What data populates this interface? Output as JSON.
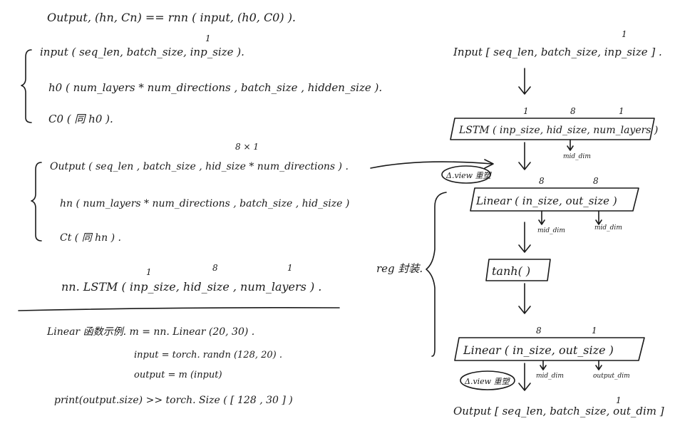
{
  "left": {
    "line_output": "Output, (hn, Cn)  ==  rnn ( input, (h0, C0) ).",
    "input_group": [
      "input ( seq_len, batch_size, inp_size ).",
      "h0  ( num_layers * num_directions ,  batch_size ,  hidden_size ).",
      "C0  ( 同 h0 )."
    ],
    "input_mark": "1",
    "output_note": "8 × 1",
    "output_group": [
      "Output ( seq_len , batch_size , hid_size * num_directions ) .",
      "hn   ( num_layers * num_directions ,  batch_size ,  hid_size )",
      "Ct   ( 同 hn ) ."
    ],
    "lstm_marks": [
      "1",
      "8",
      "1"
    ],
    "lstm_line": "nn. LSTM ( inp_size,  hid_size ,  num_layers ) .",
    "linear_example": {
      "line1": "Linear 函数示例.   m = nn. Linear (20, 30) .",
      "line2": "input =  torch. randn (128, 20) .",
      "line3": "output =  m (input)",
      "line4": "print(output.size) >> torch. Size ( [ 128 , 30 ] )"
    }
  },
  "right": {
    "input_label": "Input [ seq_len, batch_size, inp_size ] .",
    "input_mark": "1",
    "lstm_box": "LSTM ( inp_size, hid_size, num_layers )",
    "lstm_marks": [
      "1",
      "8",
      "1"
    ],
    "lstm_mid": "mid_dim",
    "view1": "Δ.view 重塑",
    "linear1_box": "Linear ( in_size,  out_size )",
    "linear1_marks": [
      "8",
      "8"
    ],
    "linear1_mid": [
      "mid_dim",
      "mid_dim"
    ],
    "tanh_box": "tanh( )",
    "reg_label": "reg 封装.",
    "linear2_box": "Linear ( in_size,  out_size )",
    "linear2_marks": [
      "8",
      "1"
    ],
    "linear2_mid": [
      "mid_dim",
      "output_dim"
    ],
    "view2": "Δ.view 重塑",
    "output_mark": "1",
    "output_label": "Output [ seq_len, batch_size, out_dim ]"
  }
}
